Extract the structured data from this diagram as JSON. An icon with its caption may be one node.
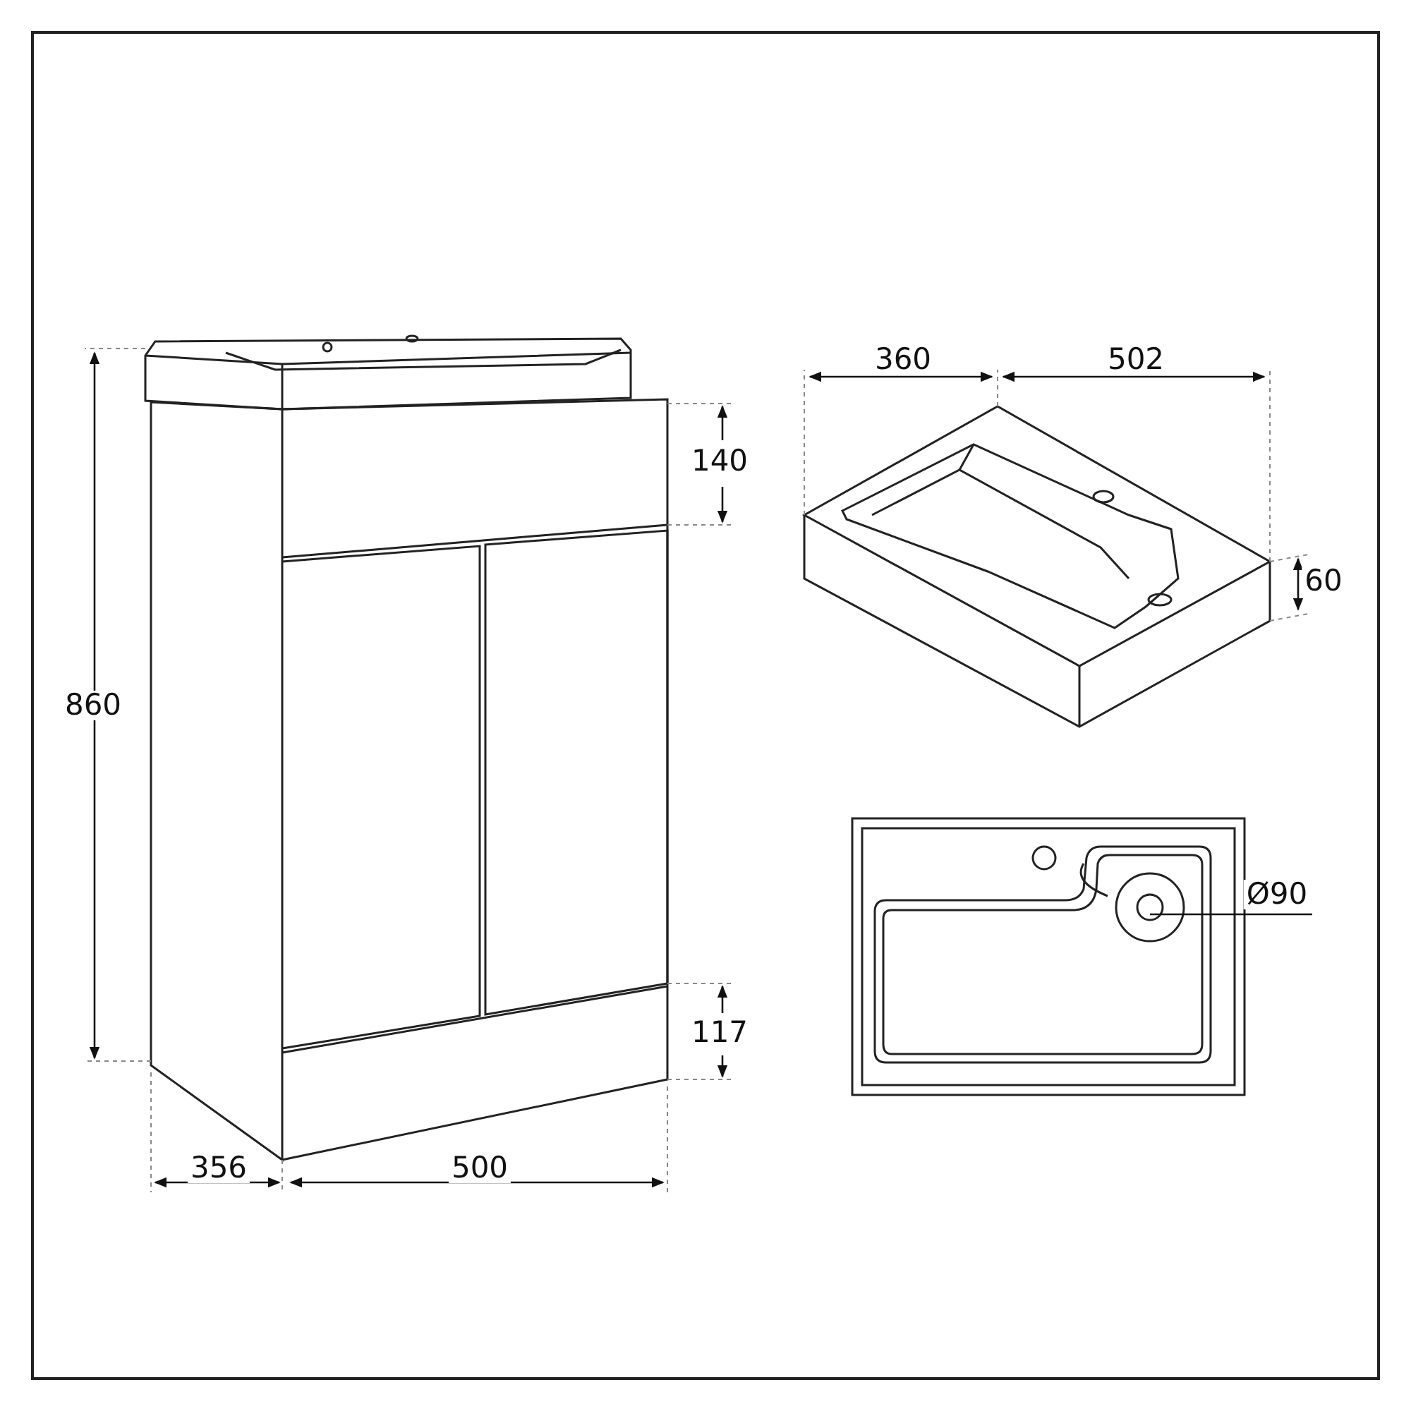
{
  "diagram": {
    "labels": [
      "860",
      "140",
      "117",
      "356",
      "500",
      "360",
      "502",
      "60",
      "Ø90"
    ]
  }
}
